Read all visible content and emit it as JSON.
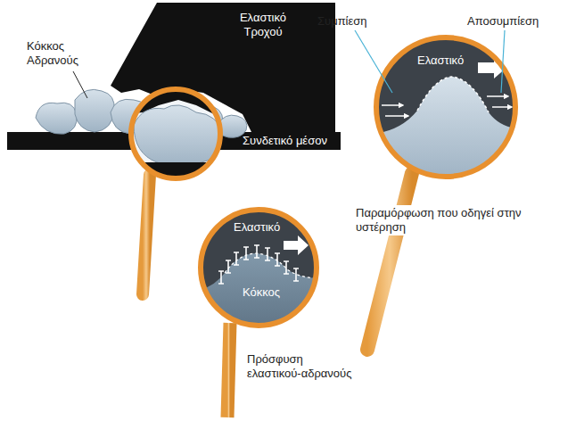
{
  "diagram": {
    "labels": [
      "Κόκκος Αδρανούς",
      "Ελαστικό Τροχού",
      "Συνδετικό μέσον",
      "Συμπίεση",
      "Ελαστικό",
      "Αποσυμπίεση",
      "Παραμόρφωση που οδηγεί στην υστέρηση",
      "Ελαστικό",
      "Κόκκος",
      "Πρόσφυση ελαστικού-αδρανούς"
    ]
  }
}
